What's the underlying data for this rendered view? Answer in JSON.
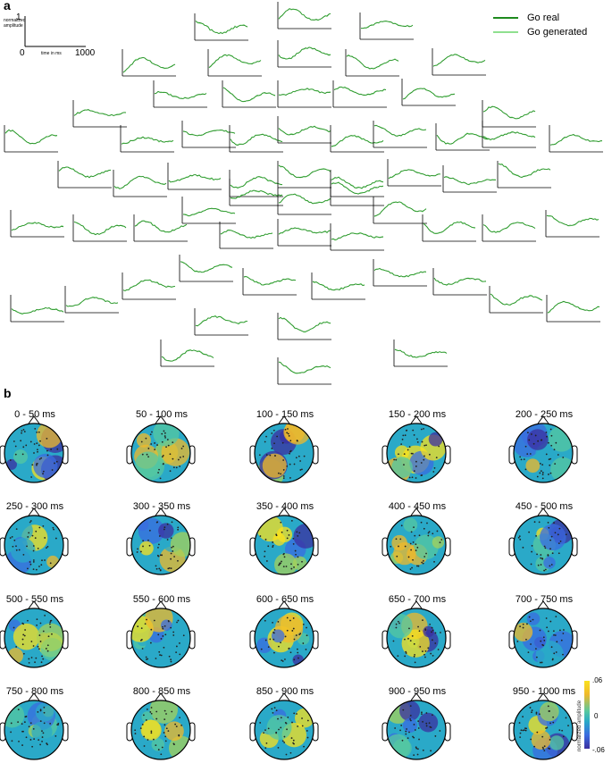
{
  "panel_labels": {
    "a": "a",
    "b": "b"
  },
  "panel_a": {
    "scale": {
      "y_max": "1",
      "y_min": "0",
      "x_max": "1000",
      "ylabel": "normalized amplitude",
      "xlabel": "time in ms"
    },
    "legend": [
      {
        "label": "Go real",
        "color": "#1e8a1e"
      },
      {
        "label": "Go generated",
        "color": "#8fe08f"
      }
    ]
  },
  "panel_b": {
    "time_windows": [
      "0 - 50 ms",
      "50 - 100 ms",
      "100 - 150  ms",
      "150 - 200 ms",
      "200 - 250 ms",
      "250 - 300 ms",
      "300 - 350 ms",
      "350 - 400 ms",
      "400 - 450 ms",
      "450 - 500 ms",
      "500 - 550 ms",
      "550 - 600 ms",
      "600 - 650 ms",
      "650 - 700 ms",
      "700 - 750 ms",
      "750 - 800 ms",
      "800 - 850 ms",
      "850 - 900 ms",
      "900 - 950 ms",
      "950 - 1000 ms"
    ],
    "colorbar": {
      "max": ".06",
      "mid": "0",
      "min": "-.06",
      "label": "normalized amplitude"
    }
  }
}
